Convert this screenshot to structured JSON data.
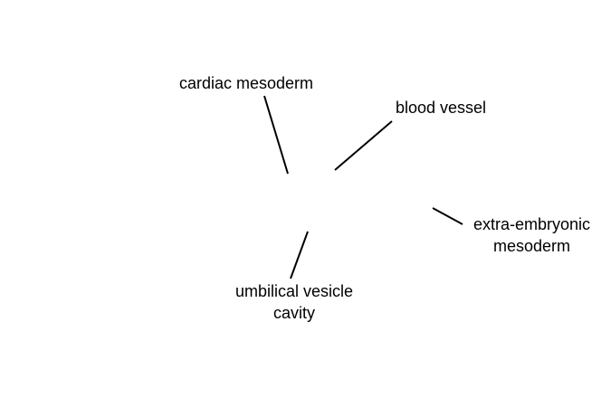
{
  "labels": {
    "cardiac_mesoderm": {
      "lines": [
        "cardiac mesoderm"
      ]
    },
    "blood_vessel": {
      "lines": [
        "blood vessel"
      ]
    },
    "extra_embryonic_mesoderm": {
      "lines": [
        "extra-embryonic",
        "mesoderm"
      ]
    },
    "umbilical_vesicle_cavity": {
      "lines": [
        "umbilical vesicle",
        "cavity"
      ]
    }
  },
  "colors": {
    "background": "#ffffff",
    "text": "#000000",
    "leader_line": "#000000"
  }
}
